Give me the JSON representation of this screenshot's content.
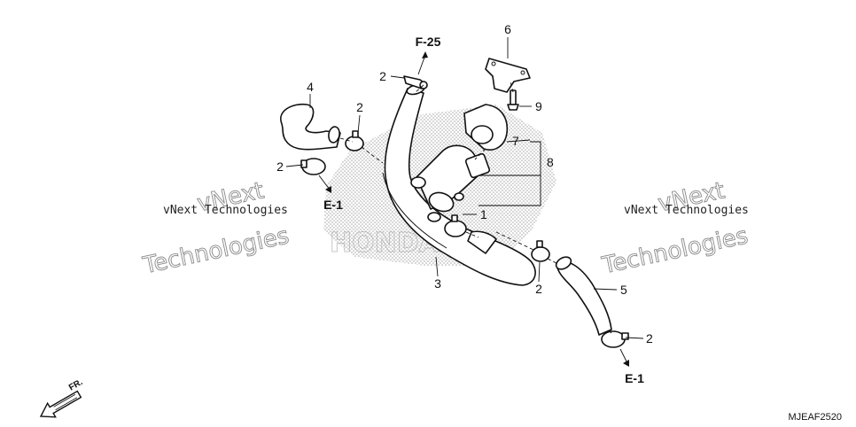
{
  "diagram": {
    "part_labels": {
      "p1": "1",
      "p2a": "2",
      "p2b": "2",
      "p2c": "2",
      "p2d": "2",
      "p2e": "2",
      "p3": "3",
      "p4": "4",
      "p5": "5",
      "p6": "6",
      "p7": "7",
      "p8": "8",
      "p9": "9"
    },
    "references": {
      "top": "F-25",
      "left": "E-1",
      "right": "E-1"
    },
    "direction_label": "FR.",
    "diagram_code": "MJEAF2520",
    "watermark": {
      "small_text": "vNext Technologies",
      "big_line1": "vNext",
      "big_line2": "Technologies"
    }
  }
}
